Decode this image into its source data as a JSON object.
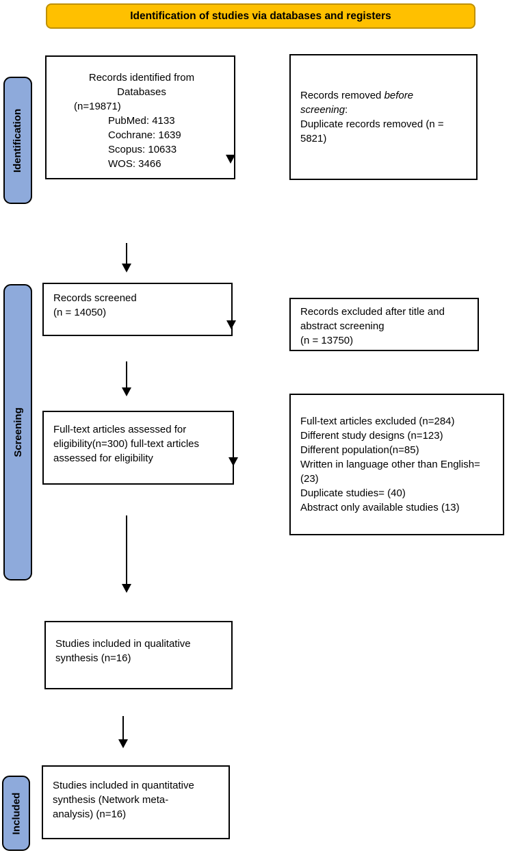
{
  "header": {
    "title": "Identification of studies via databases and registers"
  },
  "colors": {
    "banner_bg": "#FFC000",
    "banner_border": "#BF9000",
    "sidebar_bg": "#8EAADB",
    "box_bg": "#FFFFFF",
    "box_border": "#000000",
    "arrow": "#000000"
  },
  "sidebars": {
    "identification": "Identification",
    "screening": "Screening",
    "included": "Included"
  },
  "boxes": {
    "records_identified": {
      "line1": "Records identified from",
      "line2": "Databases",
      "line3": "(n=19871)",
      "sources": [
        "PubMed: 4133",
        "Cochrane: 1639",
        "Scopus: 10633",
        "WOS: 3466"
      ]
    },
    "records_removed": {
      "line1_pre": "Records removed ",
      "line1_italic": "before",
      "line2_italic": "screening",
      "line2_post": ":",
      "line3": "Duplicate records removed (n =",
      "line4": "5821)"
    },
    "records_screened": {
      "lines": [
        "Records screened",
        "(n = 14050)"
      ]
    },
    "records_excluded": {
      "lines": [
        "Records excluded after title and",
        "abstract screening",
        "(n = 13750)"
      ]
    },
    "fulltext_assessed": {
      "lines": [
        "Full-text articles assessed for",
        "eligibility(n=300) full-text articles",
        "assessed for eligibility"
      ]
    },
    "fulltext_excluded": {
      "lines": [
        "Full-text articles excluded (n=284)",
        "Different study designs (n=123)",
        "Different population(n=85)",
        "Written in language other than English=",
        "(23)",
        "Duplicate studies= (40)",
        "Abstract only available studies (13)"
      ]
    },
    "qualitative": {
      "lines": [
        "Studies included in qualitative",
        "synthesis (n=16)"
      ]
    },
    "quantitative": {
      "lines": [
        "Studies included in quantitative",
        "synthesis (Network meta-",
        "analysis) (n=16)"
      ]
    }
  }
}
